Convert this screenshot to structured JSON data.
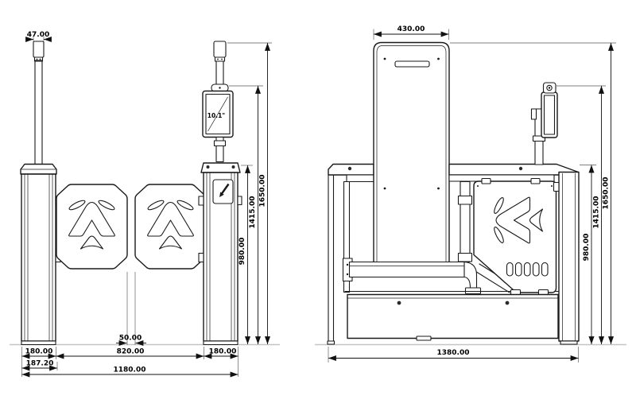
{
  "front_view": {
    "pole_width": "47.00",
    "display_size": "10.1\"",
    "flap_gap": "50.00",
    "left_cabinet_width": "180.00",
    "lane_width": "820.00",
    "right_cabinet_width": "180.00",
    "cabinet_bracket_width": "187.20",
    "total_width": "1180.00",
    "cabinet_height": "980.00",
    "reader_height": "1415.00",
    "total_height": "1650.00"
  },
  "side_view": {
    "flap_width": "430.00",
    "cabinet_height": "980.00",
    "camera_height": "1415.00",
    "total_height": "1650.00",
    "base_length": "1380.00"
  }
}
